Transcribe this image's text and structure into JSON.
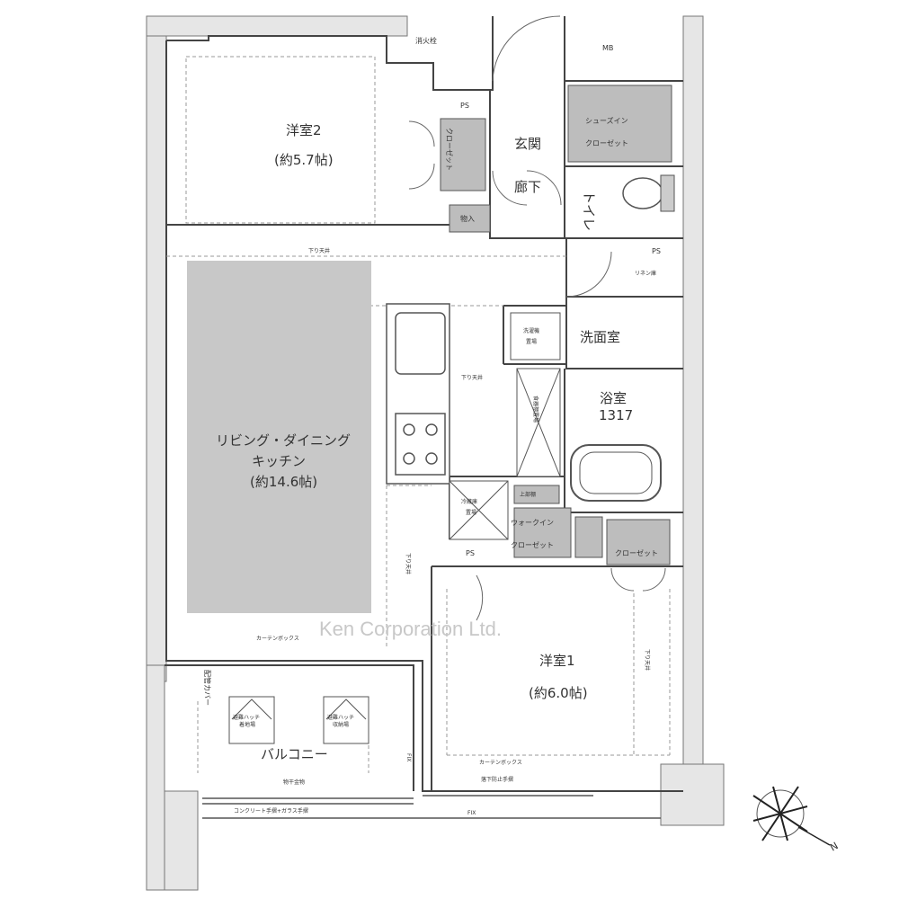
{
  "rooms": {
    "western2_name": "洋室2",
    "western2_size": "(約5.7帖)",
    "ldk_line1": "リビング・ダイニング",
    "ldk_line2": "キッチン",
    "ldk_size": "(約14.6帖)",
    "western1_name": "洋室1",
    "western1_size": "(約6.0帖)",
    "entrance": "玄関",
    "corridor": "廊下",
    "toilet": "トイレ",
    "washroom": "洗面室",
    "bathroom": "浴室",
    "bath_size": "1317",
    "balcony": "バルコニー"
  },
  "labels": {
    "fire_hydrant": "消火栓",
    "mb": "MB",
    "ps": "PS",
    "closet": "クローゼット",
    "storage": "物入",
    "shoe_closet_1": "シューズイン",
    "shoe_closet_2": "クローゼット",
    "linen": "リネン庫",
    "lowered_ceiling": "下り天井",
    "washer_1": "洗濯機",
    "washer_2": "置場",
    "fridge_1": "冷蔵庫",
    "fridge_2": "置場",
    "dish_storage": "食器棚置場",
    "upper_cabinet": "上部棚",
    "walkin_1": "ウォークイン",
    "walkin_2": "クローゼット",
    "curtain_box": "カーテンボックス",
    "pipe_cover": "配管カバー",
    "evac_hatch_1": "避難ハッチ",
    "evac_hatch_1b": "着地場",
    "evac_hatch_2": "避難ハッチ",
    "evac_hatch_2b": "収納場",
    "drying_hardware": "物干金物",
    "railing": "コンクリート手摺+ガラス手摺",
    "fall_prevention": "落下防止手摺",
    "fix": "FIX",
    "watermark": "Ken Corporation Ltd.",
    "compass_n": "N"
  }
}
